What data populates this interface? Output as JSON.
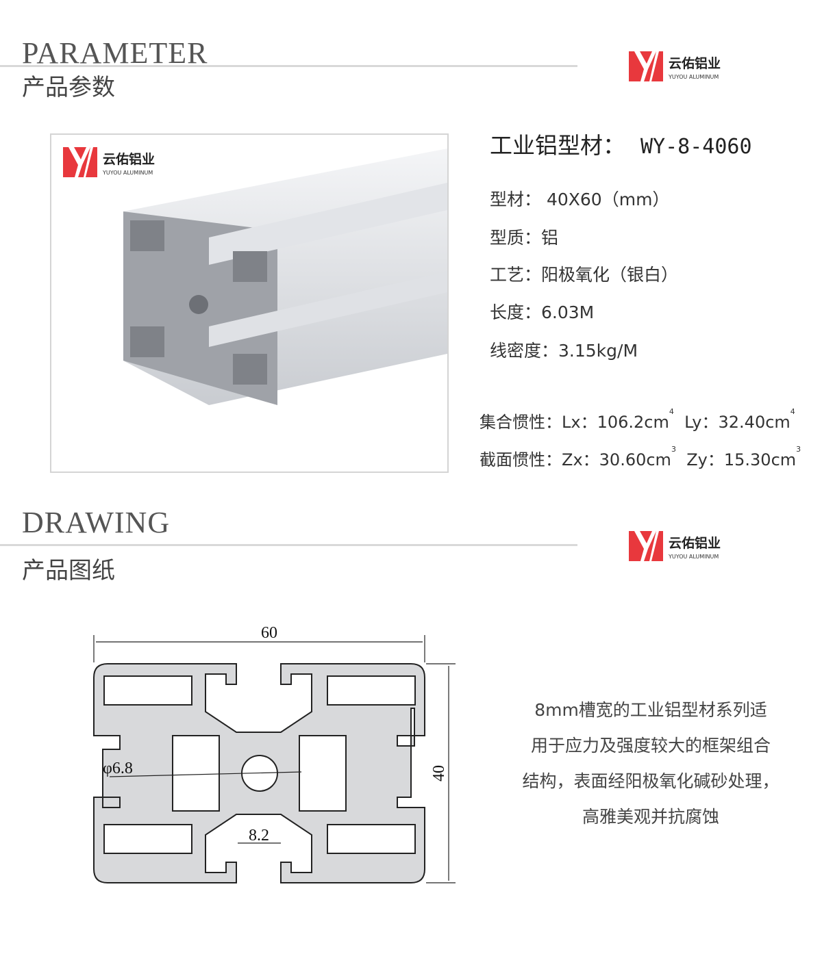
{
  "parameter": {
    "title_en": "PARAMETER",
    "title_cn": "产品参数"
  },
  "drawing": {
    "title_en": "DRAWING",
    "title_cn": "产品图纸"
  },
  "logo": {
    "name_cn": "云佑铝业",
    "name_en": "YUYOU ALUMINUM",
    "color": "#e8383d"
  },
  "product": {
    "title_label": "工业铝型材：",
    "model": "WY-8-4060",
    "specs": [
      {
        "label": "型材：",
        "value": " 40X60（mm）"
      },
      {
        "label": "型质：",
        "value": "铝"
      },
      {
        "label": "工艺：",
        "value": "阳极氧化（银白）"
      },
      {
        "label": "长度：",
        "value": "6.03M"
      },
      {
        "label": "线密度：",
        "value": "3.15kg/M"
      }
    ],
    "inertia": {
      "label": "集合惯性：",
      "lx_label": "Lx：",
      "lx": "106.2cm",
      "lx_exp": "4",
      "ly_label": "Ly：",
      "ly": "32.40cm",
      "ly_exp": "4"
    },
    "section": {
      "label": "截面惯性：",
      "zx_label": "Zx：",
      "zx": "30.60cm",
      "zx_exp": "3",
      "zy_label": "Zy：",
      "zy": "15.30cm",
      "zy_exp": "3"
    }
  },
  "dimensions": {
    "width": "60",
    "height": "40",
    "hole": "φ6.8",
    "slot": "8.2"
  },
  "description": [
    "8mm槽宽的工业铝型材系列适",
    "用于应力及强度较大的框架组合",
    "结构，表面经阳极氧化碱砂处理，",
    "高雅美观并抗腐蚀"
  ]
}
